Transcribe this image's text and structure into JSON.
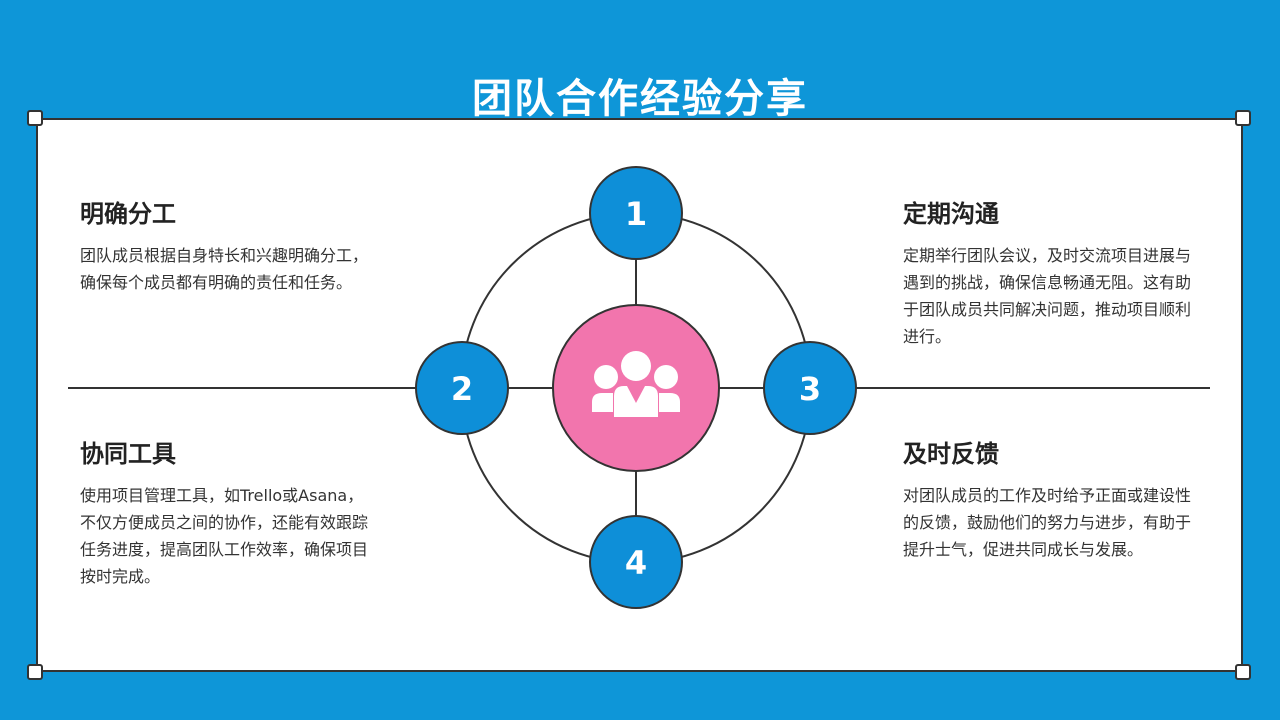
{
  "title": "团队合作经验分享",
  "colors": {
    "background": "#0e96d8",
    "node": "#0e8fd8",
    "center": "#f275ad",
    "line": "#333333"
  },
  "center": {
    "icon": "team-icon"
  },
  "nodes": [
    {
      "number": "1"
    },
    {
      "number": "2"
    },
    {
      "number": "3"
    },
    {
      "number": "4"
    }
  ],
  "sections": [
    {
      "heading": "明确分工",
      "text": "团队成员根据自身特长和兴趣明确分工，确保每个成员都有明确的责任和任务。"
    },
    {
      "heading": "定期沟通",
      "text": "定期举行团队会议，及时交流项目进展与遇到的挑战，确保信息畅通无阻。这有助于团队成员共同解决问题，推动项目顺利进行。"
    },
    {
      "heading": "协同工具",
      "text": "使用项目管理工具，如Trello或Asana，不仅方便成员之间的协作，还能有效跟踪任务进度，提高团队工作效率，确保项目按时完成。"
    },
    {
      "heading": "及时反馈",
      "text": "对团队成员的工作及时给予正面或建设性的反馈，鼓励他们的努力与进步，有助于提升士气，促进共同成长与发展。"
    }
  ]
}
